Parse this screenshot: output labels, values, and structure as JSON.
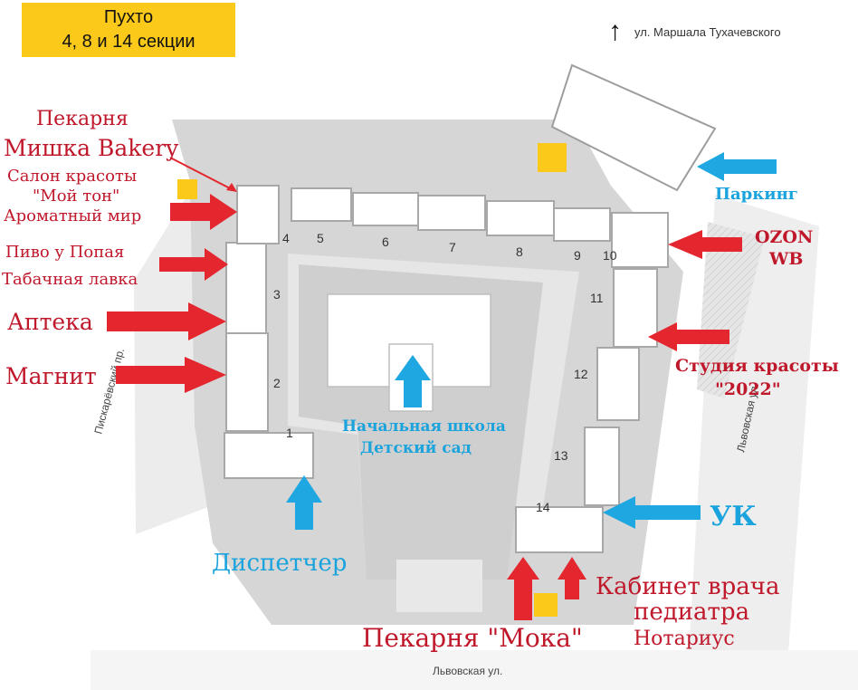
{
  "title": {
    "line1": "Пухто",
    "line2": "4, 8 и 14 секции"
  },
  "north_street": "ул. Маршала Тухачевского",
  "streets": {
    "left": "Пискарёвский пр.",
    "right": "Львовская ул.",
    "bottom": "Львовская ул."
  },
  "sections": [
    "1",
    "2",
    "3",
    "4",
    "5",
    "6",
    "7",
    "8",
    "9",
    "10",
    "11",
    "12",
    "13",
    "14"
  ],
  "labels": {
    "bakery_misha_1": "Пекарня",
    "bakery_misha_2": "Мишка Bakery",
    "salon_1": "Салон красоты",
    "salon_2": "\"Мой тон\"",
    "aroma": "Ароматный мир",
    "beer": "Пиво у Попая",
    "tobacco": "Табачная лавка",
    "pharmacy": "Аптека",
    "magnit": "Магнит",
    "school_1": "Начальная школа",
    "school_2": "Детский сад",
    "dispatcher": "Диспетчер",
    "parking": "Паркинг",
    "ozon": "OZON",
    "wb": "WB",
    "studio_1": "Студия красоты",
    "studio_2": "\"2022\"",
    "uk": "УК",
    "pediatr_1": "Кабинет врача",
    "pediatr_2": "педиатра",
    "notary": "Нотариус",
    "moka": "Пекарня \"Мока\""
  },
  "colors": {
    "red_label": "#c0182b",
    "blue_label": "#1aa3dc",
    "red_arrow": "#e4262f",
    "blue_arrow": "#1ea7e0",
    "yellow": "#fbc91a",
    "gray": "#d6d6d6",
    "dark_gray": "#bdbdbd"
  }
}
